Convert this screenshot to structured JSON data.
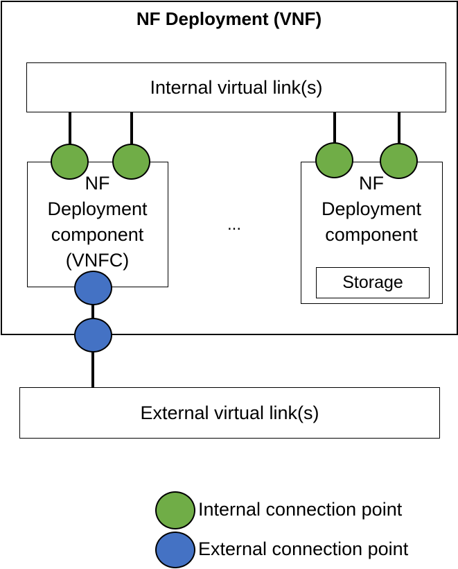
{
  "title": "NF Deployment (VNF)",
  "internal_link_label": "Internal virtual link(s)",
  "external_link_label": "External virtual link(s)",
  "component_left": {
    "line1": "NF",
    "line2": "Deployment",
    "line3": "component",
    "line4": "(VNFC)"
  },
  "component_right": {
    "line1": "NF",
    "line2": "Deployment",
    "line3": "component",
    "storage_label": "Storage"
  },
  "ellipsis": "...",
  "legend": {
    "internal": "Internal connection point",
    "external": "External connection point"
  },
  "colors": {
    "internal_cp": "#70ad47",
    "external_cp": "#4472c4"
  }
}
